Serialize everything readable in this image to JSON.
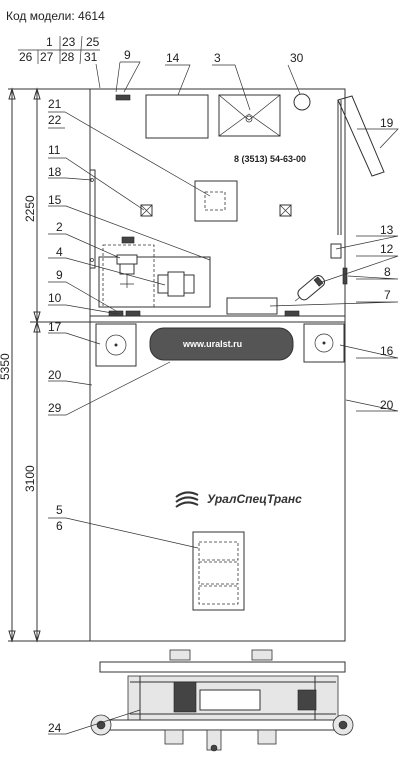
{
  "header": {
    "model_code": "Код модели: 4614"
  },
  "callouts": {
    "c1": "1",
    "c2": "2",
    "c3": "3",
    "c4": "4",
    "c5": "5",
    "c6": "6",
    "c7": "7",
    "c8": "8",
    "c9": "9",
    "c10": "10",
    "c11": "11",
    "c12": "12",
    "c13": "13",
    "c14": "14",
    "c15": "15",
    "c16": "16",
    "c17": "17",
    "c18": "18",
    "c19": "19",
    "c20": "20",
    "c21": "21",
    "c22": "22",
    "c23": "23",
    "c24": "24",
    "c25": "25",
    "c26": "26",
    "c27": "27",
    "c28": "28",
    "c29": "29",
    "c30": "30",
    "c31": "31"
  },
  "dimensions": {
    "total": "5350",
    "front": "2250",
    "rear": "3100"
  },
  "texts": {
    "phone": "8 (3513) 54-63-00",
    "website": "www.uralst.ru",
    "brand": "УралСпецТранс"
  },
  "colors": {
    "line": "#333333",
    "badge": "#555555"
  }
}
